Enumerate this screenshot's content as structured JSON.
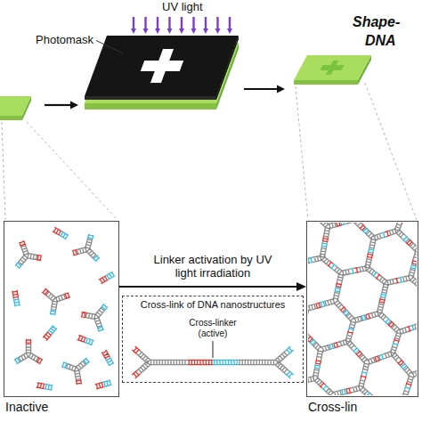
{
  "diagram": {
    "nodes": [
      {
        "text": [
          "Inactive"
        ]
      },
      {
        "text": [
          "Cross-lin"
        ]
      },
      {
        "text": [
          "Cross-link of DNA nanostructures",
          "Cross-linker (active)"
        ]
      }
    ],
    "edges": [
      {
        "from": 0,
        "to": 1,
        "arrow": "to",
        "label": "Linker activation by UV light irradiation"
      }
    ],
    "labels": [
      "UV light",
      "Photomask",
      "Shape-",
      "DNA"
    ]
  }
}
